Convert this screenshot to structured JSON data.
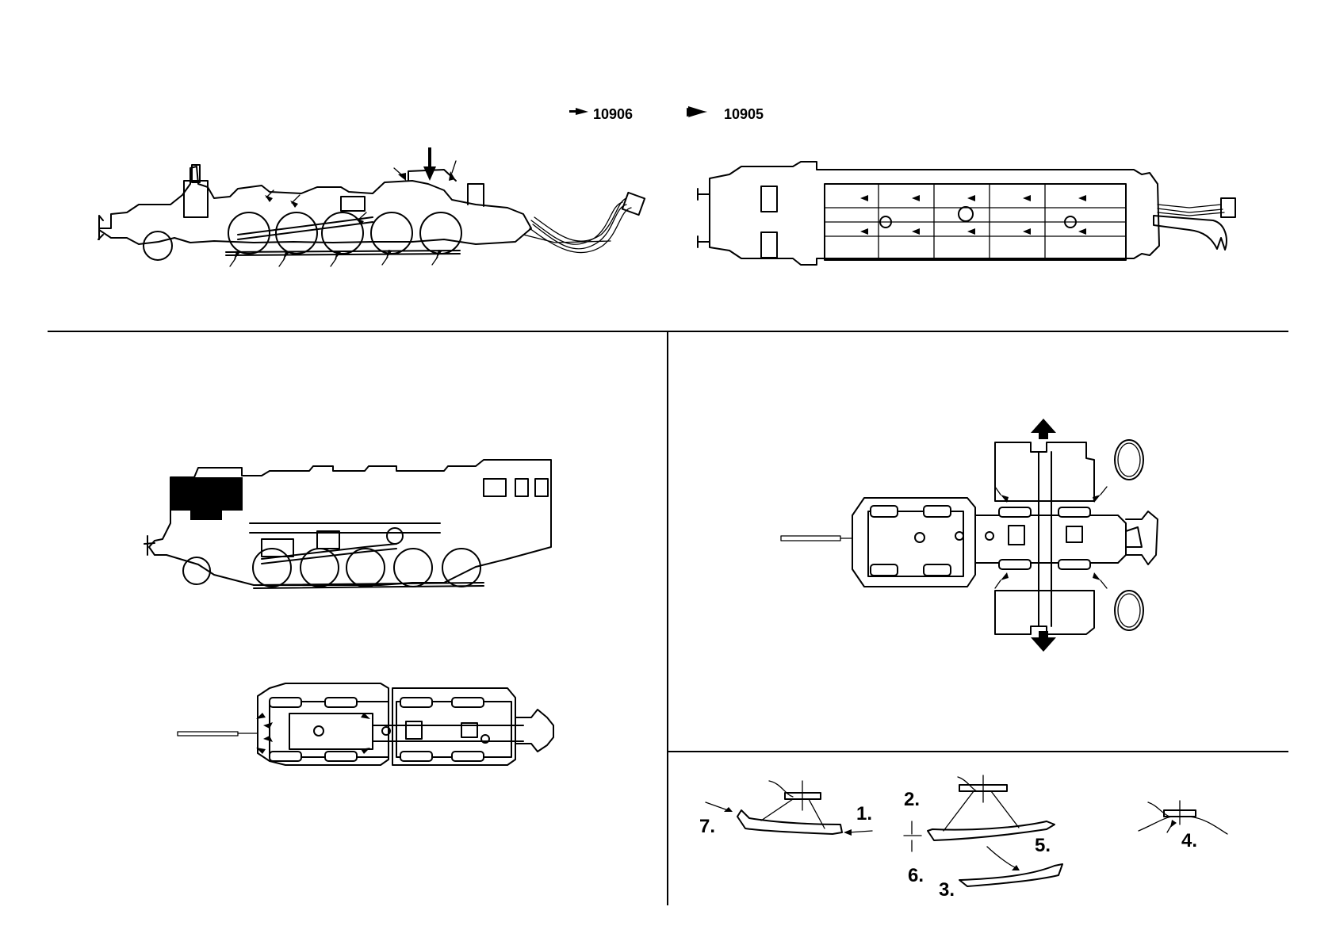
{
  "legend": {
    "small_arrow_label": "10906",
    "large_arrow_label": "10905"
  },
  "steps": {
    "step1": "1.",
    "step2": "2.",
    "step3": "3.",
    "step4": "4.",
    "step5": "5.",
    "step6": "6.",
    "step7": "7."
  },
  "icons": [
    "small-lubrication-arrow-icon",
    "large-lubrication-arrow-icon",
    "remove-direction-arrow-icon",
    "traction-tire-icon"
  ],
  "colors": {
    "ink": "#000000",
    "paper": "#ffffff"
  }
}
